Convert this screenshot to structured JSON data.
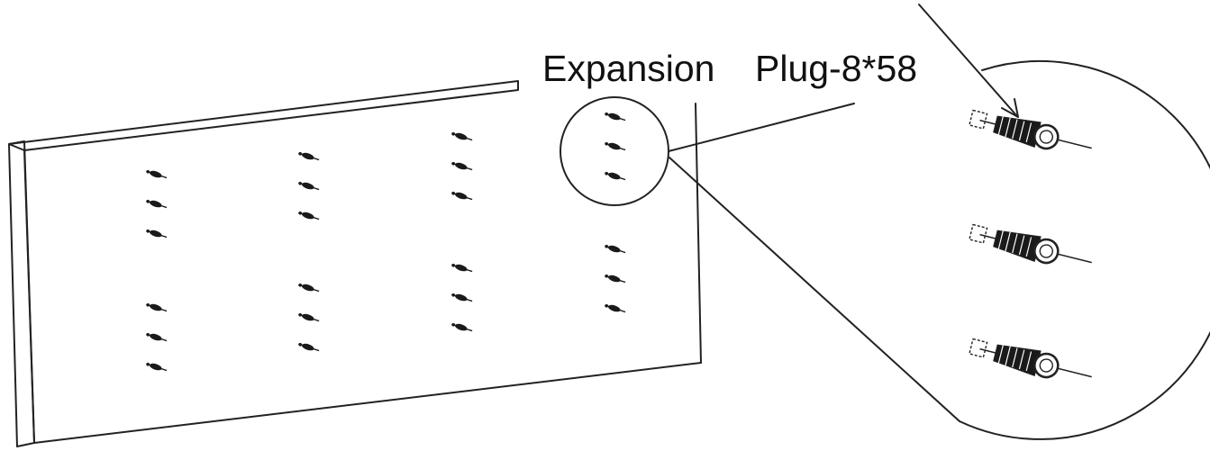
{
  "callout": {
    "word_1": "Expansion",
    "word_2": "Plug-8*58"
  },
  "colors": {
    "line": "#222222",
    "plug_fill": "#1a1a1a",
    "background": "#ffffff"
  },
  "wall": {
    "plug_columns": [
      {
        "upper_group_count": 3,
        "lower_group_count": 3
      },
      {
        "upper_group_count": 3,
        "lower_group_count": 3
      },
      {
        "upper_group_count": 3,
        "lower_group_count": 3
      },
      {
        "upper_group_count": 3,
        "lower_group_count": 3
      }
    ]
  },
  "magnified_view": {
    "plug_count": 3
  }
}
